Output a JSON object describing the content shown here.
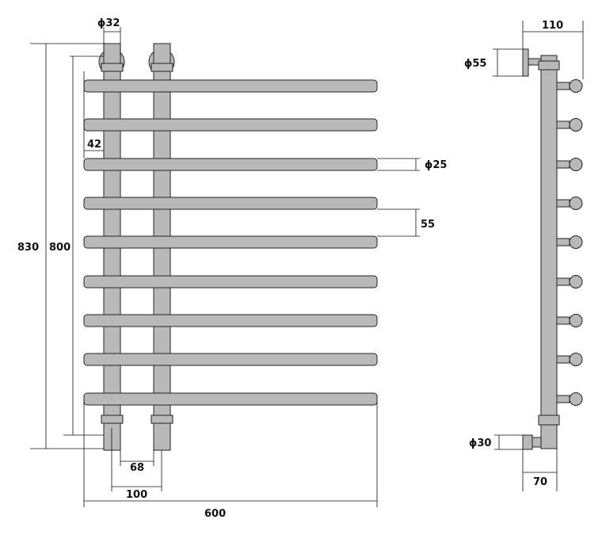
{
  "front_view": {
    "dims": {
      "top_pipe_diameter": "ϕ32",
      "rail_offset": "42",
      "rail_diameter": "ϕ25",
      "rail_spacing": "55",
      "total_height": "830",
      "rail_height": "800",
      "inner_spacing": "68",
      "axis_spacing": "100",
      "total_width": "600"
    },
    "rail_count": 9
  },
  "side_view": {
    "dims": {
      "depth": "110",
      "flange_diameter": "ϕ55",
      "bottom_connector_diameter": "ϕ30",
      "bottom_depth": "70"
    }
  },
  "colors": {
    "pipe_fill": "#b9b9b9",
    "stroke": "#222222",
    "background": "#ffffff"
  }
}
